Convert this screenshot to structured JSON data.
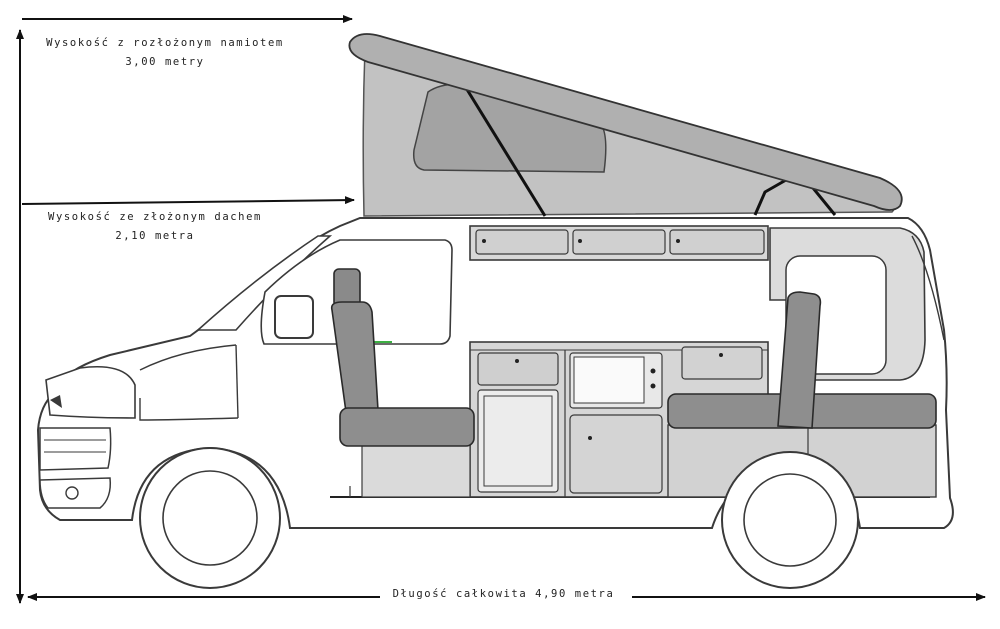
{
  "dimensions": {
    "height_roof_up": {
      "label": "Wysokość z rozłożonym namiotem",
      "value": "3,00 metry"
    },
    "height_roof_down": {
      "label": "Wysokość ze złożonym dachem",
      "value": "2,10 metra"
    },
    "length": {
      "label": "Długość całkowita 4,90 metra"
    }
  },
  "colors": {
    "outline": "#3a3a3a",
    "tent_fill": "#bdbdbd",
    "tent_window": "#9a9a9a",
    "roof_shell": "#b4b4b4",
    "seat_fill": "#8e8e8e",
    "cabinet_fill": "#d4d4d4",
    "body_fill": "#ffffff",
    "arrow": "#111111",
    "accent_green": "#3cb043"
  }
}
